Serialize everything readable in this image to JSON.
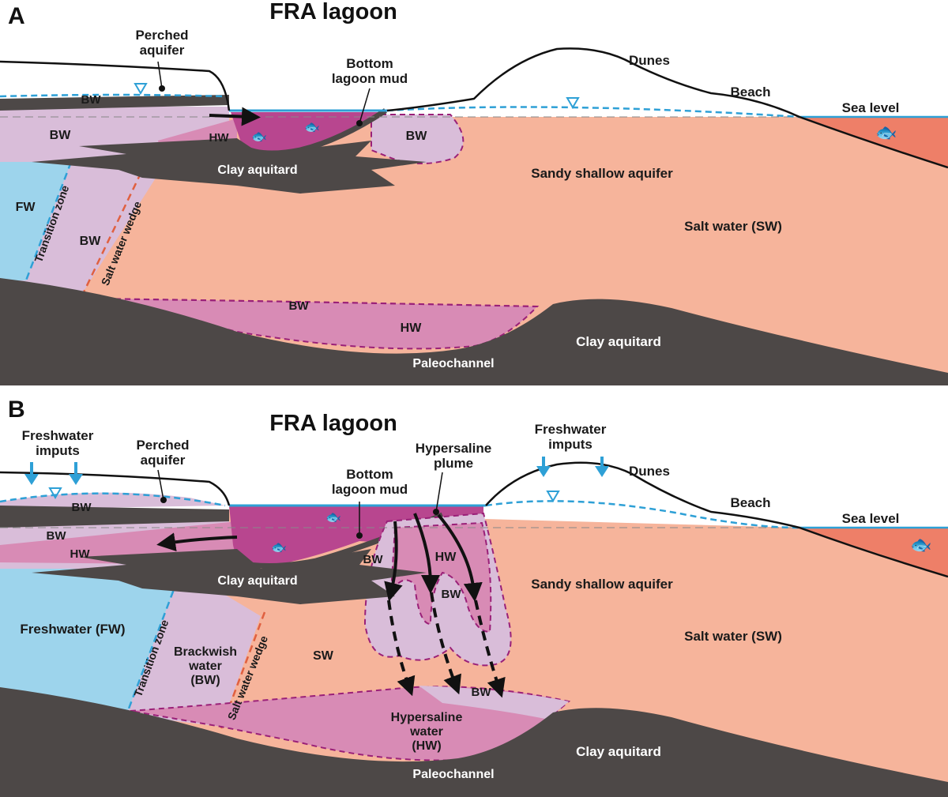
{
  "colors": {
    "salt_water": "#f6b49b",
    "sea": "#ee7f68",
    "brackish": "#d9bdd9",
    "hypersaline": "#d88bb5",
    "lagoon": "#b8468f",
    "freshwater": "#9dd4ec",
    "clay": "#4d4847",
    "water_table": "#2ea0d6",
    "boundary": "#9a2078"
  },
  "panel_a": {
    "letter": "A",
    "title": "FRA lagoon",
    "perched_aquifer": [
      "Perched",
      "aquifer"
    ],
    "bottom_lagoon_mud": [
      "Bottom",
      "lagoon mud"
    ],
    "dunes": "Dunes",
    "beach": "Beach",
    "sea_level": "Sea level",
    "bw_top": "BW",
    "bw_left": "BW",
    "hw_small": "HW",
    "bw_right": "BW",
    "clay_aquitard_top": "Clay aquitard",
    "sandy_shallow_aquifer": "Sandy shallow aquifer",
    "salt_water": "Salt water (SW)",
    "fw": "FW",
    "transition_zone": "Transition zone",
    "bw_wedge": "BW",
    "salt_water_wedge": "Salt water wedge",
    "bw_channel": "BW",
    "hw_channel": "HW",
    "clay_aquitard_bottom": "Clay aquitard",
    "paleochannel": "Paleochannel"
  },
  "panel_b": {
    "letter": "B",
    "title": "FRA lagoon",
    "freshwater_imputs_left": [
      "Freshwater",
      "imputs"
    ],
    "perched_aquifer": [
      "Perched",
      "aquifer"
    ],
    "bottom_lagoon_mud": [
      "Bottom",
      "lagoon mud"
    ],
    "hypersaline_plume": [
      "Hypersaline",
      "plume"
    ],
    "freshwater_imputs_right": [
      "Freshwater",
      "imputs"
    ],
    "dunes": "Dunes",
    "beach": "Beach",
    "sea_level": "Sea level",
    "bw_top": "BW",
    "bw_left": "BW",
    "hw_left": "HW",
    "bw_plume_left": "BW",
    "hw_plume": "HW",
    "bw_plume": "BW",
    "clay_aquitard_top": "Clay aquitard",
    "sandy_shallow_aquifer": "Sandy shallow aquifer",
    "freshwater": "Freshwater (FW)",
    "transition_zone": "Transition zone",
    "brackish_water": [
      "Brackwish",
      "water",
      "(BW)"
    ],
    "salt_water_wedge": "Salt water wedge",
    "sw": "SW",
    "salt_water": "Salt water (SW)",
    "bw_channel": "BW",
    "hypersaline_water": [
      "Hypersaline",
      "water",
      "(HW)"
    ],
    "clay_aquitard_bottom": "Clay aquitard",
    "paleochannel": "Paleochannel"
  }
}
